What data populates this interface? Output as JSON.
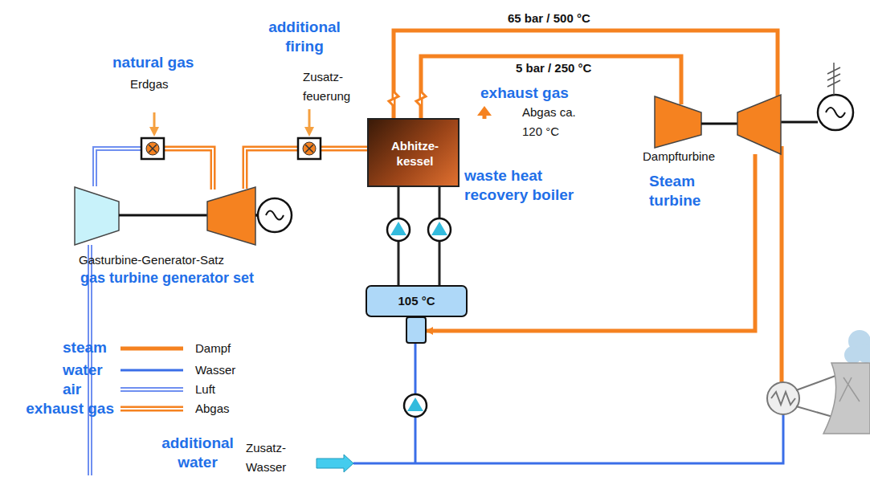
{
  "diagram": {
    "nodes": [
      {
        "text": [
          "Abhitze- kessel",
          "waste heat recovery boiler"
        ]
      },
      {
        "text": [
          "105 °C"
        ]
      },
      {
        "text": [
          "Dampfturbine",
          "Steam turbine"
        ]
      },
      {
        "text": [
          "Gasturbine-Generator-Satz",
          "gas turbine generator set"
        ]
      }
    ],
    "edges": [
      {
        "from": 0,
        "to": 2,
        "arrow": "none",
        "label": "65 bar / 500 °C"
      },
      {
        "from": 0,
        "to": 2,
        "arrow": "none",
        "label": "5 bar / 250 °C"
      },
      {
        "from": 3,
        "to": 0,
        "arrow": "none"
      },
      {
        "from": 1,
        "to": 0,
        "arrow": "none"
      },
      {
        "from": 1,
        "to": 0,
        "arrow": "none"
      },
      {
        "from": 2,
        "to": 1,
        "arrow": "to"
      }
    ],
    "labels": [
      "additional firing",
      "natural gas",
      "Erdgas",
      "Zusatz- feuerung",
      "exhaust gas",
      "Abgas ca. 120 °C",
      "steam",
      "water",
      "air",
      "exhaust gas",
      "additional water",
      "Zusatz- Wasser"
    ],
    "legend": [
      {
        "text": "Dampf"
      },
      {
        "text": "Wasser"
      },
      {
        "text": "Luft"
      },
      {
        "text": "Abgas"
      }
    ]
  }
}
